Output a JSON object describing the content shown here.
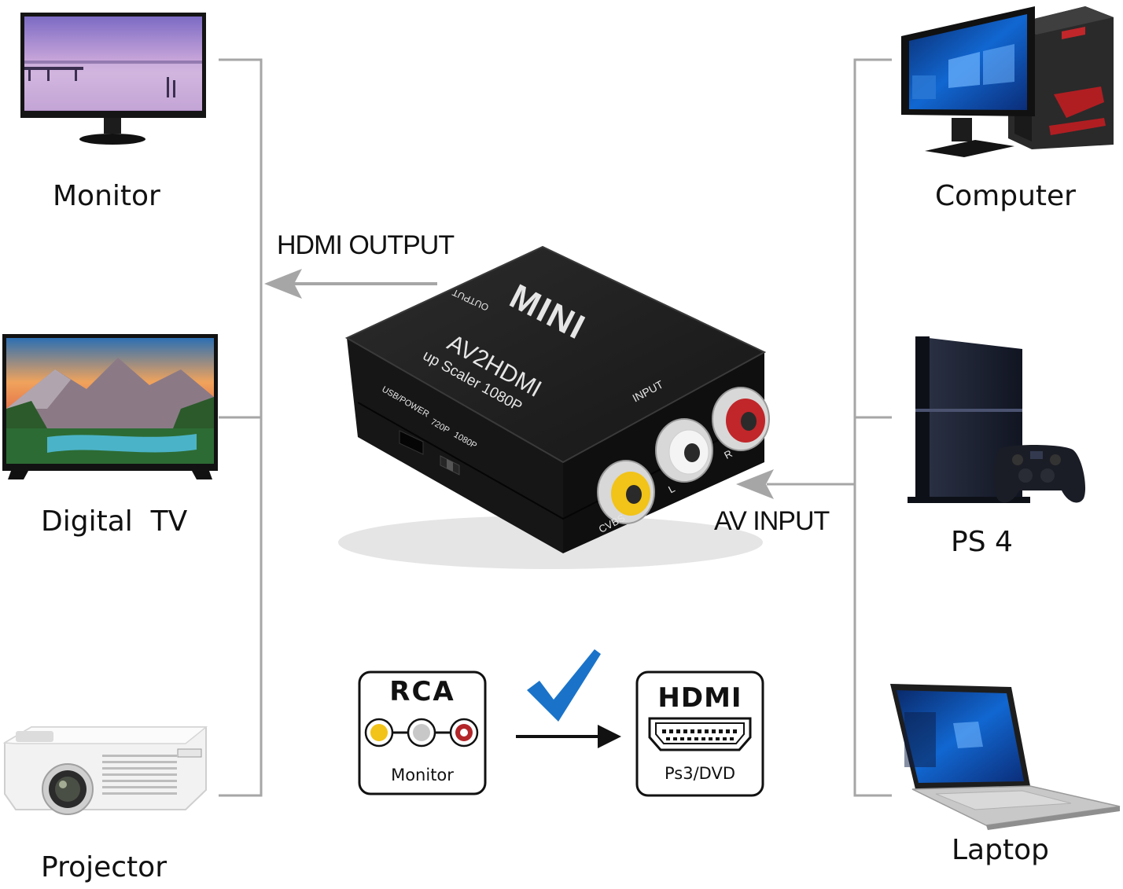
{
  "outputs": {
    "label": "HDMI OUTPUT",
    "devices": [
      {
        "name": "Monitor",
        "icon": "monitor-icon"
      },
      {
        "name": "Digital  TV",
        "icon": "tv-icon"
      },
      {
        "name": "Projector",
        "icon": "projector-icon"
      }
    ]
  },
  "inputs": {
    "label": "AV INPUT",
    "devices": [
      {
        "name": "Computer",
        "icon": "desktop-computer-icon"
      },
      {
        "name": "PS 4",
        "icon": "game-console-icon"
      },
      {
        "name": "Laptop",
        "icon": "laptop-icon"
      }
    ]
  },
  "converter": {
    "brand": "MINI",
    "model": "AV2HDMI",
    "feature": "up Scaler 1080P",
    "output_port": "OUTPUT",
    "input_port": "INPUT",
    "power_port": "USB/POWER",
    "switch_low": "720P",
    "switch_high": "1080P",
    "jack_video": "CVBS",
    "jack_left": "L",
    "jack_right": "R"
  },
  "conversion": {
    "from": {
      "title": "RCA",
      "caption": "Monitor"
    },
    "to": {
      "title": "HDMI",
      "caption": "Ps3/DVD"
    },
    "check_icon": "checkmark-icon",
    "arrow_icon": "arrow-right-icon"
  },
  "colors": {
    "connector_lines": "#a6a6a6",
    "check": "#1a73c9",
    "jack_yellow": "#f2c318",
    "jack_white": "#dcdcdc",
    "jack_red": "#c0262a",
    "device_body": "#1e1e1e"
  }
}
